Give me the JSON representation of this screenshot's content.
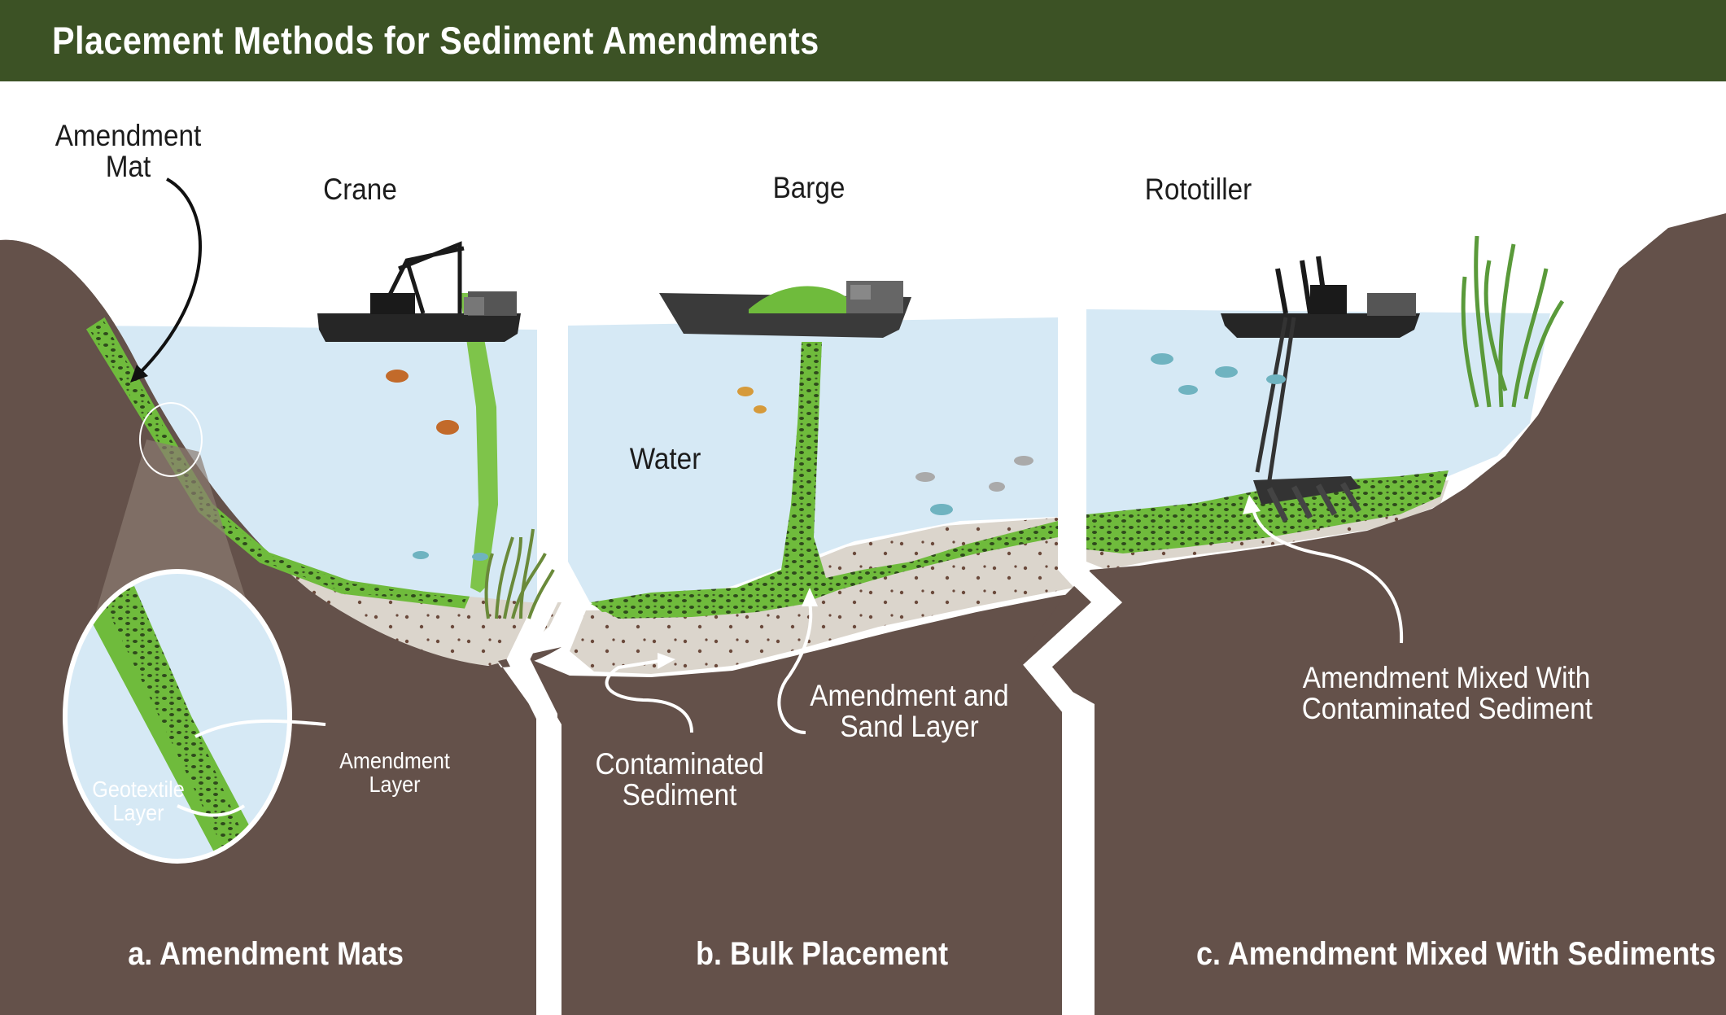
{
  "header": {
    "title": "Placement Methods for Sediment Amendments"
  },
  "labels": {
    "amendment_mat_line1": "Amendment",
    "amendment_mat_line2": "Mat",
    "crane": "Crane",
    "barge": "Barge",
    "rototiller": "Rototiller",
    "water": "Water",
    "amendment_layer_line1": "Amendment",
    "amendment_layer_line2": "Layer",
    "geotextile_line1": "Geotextile",
    "geotextile_line2": "Layer",
    "contaminated_line1": "Contaminated",
    "contaminated_line2": "Sediment",
    "amend_sand_line1": "Amendment and",
    "amend_sand_line2": "Sand Layer",
    "mixed_line1": "Amendment Mixed With",
    "mixed_line2": "Contaminated Sediment"
  },
  "captions": {
    "a": "a. Amendment Mats",
    "b": "b. Bulk Placement",
    "c": "c. Amendment Mixed With Sediments"
  },
  "colors": {
    "header_bg": "#3c5225",
    "soil": "#64514a",
    "water": "#d6e9f5",
    "sand": "#dbd5cc",
    "amendment_green": "#6fbb3c",
    "amendment_dark": "#2f4a1c",
    "boat": "#262626"
  }
}
